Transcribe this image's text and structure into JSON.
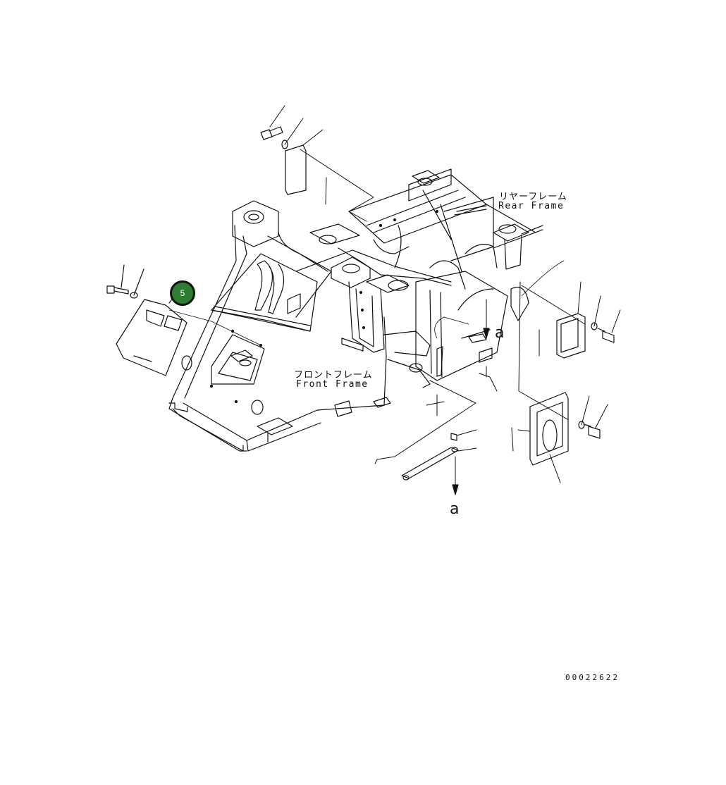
{
  "labels": {
    "rear_frame_jp": "リヤーフレーム",
    "rear_frame_en": "Rear Frame",
    "front_frame_jp": "フロントフレーム",
    "front_frame_en": "Front Frame",
    "ref_a_upper": "a",
    "ref_a_lower": "a",
    "drawing_number": "00022622"
  },
  "callout": {
    "number": "5",
    "color": "#2e7d32"
  },
  "colors": {
    "line": "#111111",
    "background": "#ffffff"
  }
}
